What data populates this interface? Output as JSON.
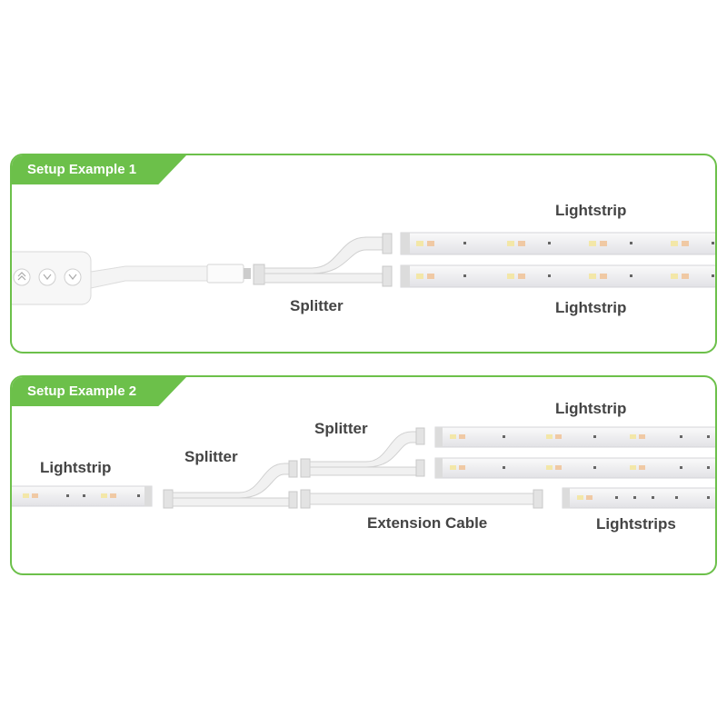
{
  "colors": {
    "accent": "#6cc04a",
    "label": "#444444",
    "strip": "#f1f1f3"
  },
  "example1": {
    "title": "Setup Example 1",
    "lightstrip_top": "Lightstrip",
    "lightstrip_bottom": "Lightstrip",
    "splitter": "Splitter"
  },
  "example2": {
    "title": "Setup Example 2",
    "lightstrip_left": "Lightstrip",
    "splitter_left": "Splitter",
    "splitter_right": "Splitter",
    "lightstrip_top": "Lightstrip",
    "extension": "Extension Cable",
    "lightstrips": "Lightstrips"
  }
}
